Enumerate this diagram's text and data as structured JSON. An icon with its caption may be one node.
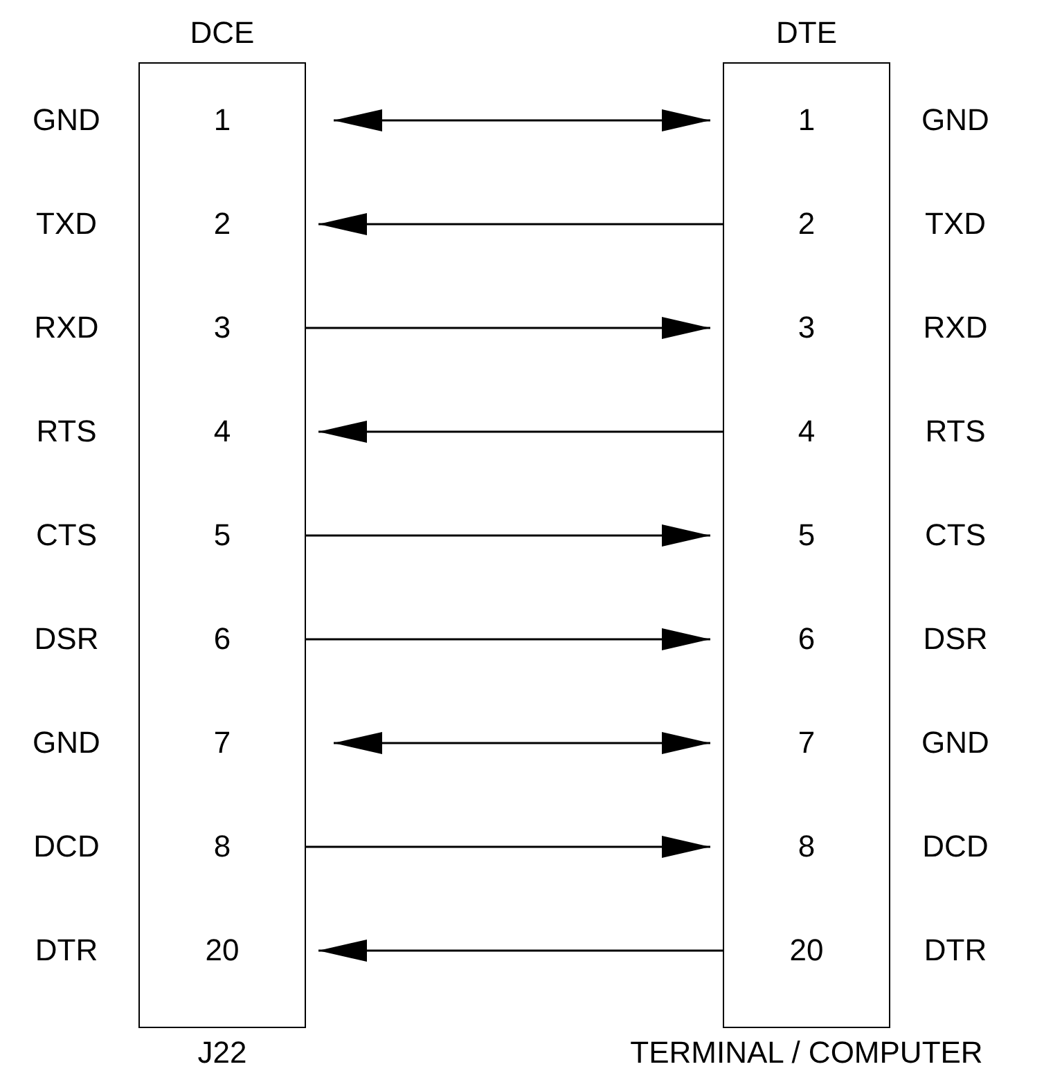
{
  "diagram": {
    "nodes": [
      {
        "text": [
          "DCE"
        ],
        "beside": [
          "J22"
        ]
      },
      {
        "text": [
          "1"
        ],
        "in": 0
      },
      {
        "text": [
          "2"
        ],
        "in": 0
      },
      {
        "text": [
          "3"
        ],
        "in": 0
      },
      {
        "text": [
          "4"
        ],
        "in": 0
      },
      {
        "text": [
          "5"
        ],
        "in": 0
      },
      {
        "text": [
          "6"
        ],
        "in": 0
      },
      {
        "text": [
          "7"
        ],
        "in": 0
      },
      {
        "text": [
          "8"
        ],
        "in": 0
      },
      {
        "text": [
          "20"
        ],
        "in": 0
      },
      {
        "text": [
          "DTE"
        ],
        "beside": [
          "TERMINAL / COMPUTER"
        ]
      },
      {
        "text": [
          "1"
        ],
        "in": 10
      },
      {
        "text": [
          "2"
        ],
        "in": 10
      },
      {
        "text": [
          "3"
        ],
        "in": 10
      },
      {
        "text": [
          "4"
        ],
        "in": 10
      },
      {
        "text": [
          "5"
        ],
        "in": 10
      },
      {
        "text": [
          "6"
        ],
        "in": 10
      },
      {
        "text": [
          "7"
        ],
        "in": 10
      },
      {
        "text": [
          "8"
        ],
        "in": 10
      },
      {
        "text": [
          "20"
        ],
        "in": 10
      }
    ],
    "edges": [
      {
        "from": 1,
        "to": 11,
        "arrow": "both"
      },
      {
        "from": 12,
        "to": 2,
        "arrow": "to"
      },
      {
        "from": 3,
        "to": 13,
        "arrow": "to"
      },
      {
        "from": 14,
        "to": 4,
        "arrow": "to"
      },
      {
        "from": 5,
        "to": 15,
        "arrow": "to"
      },
      {
        "from": 6,
        "to": 16,
        "arrow": "to"
      },
      {
        "from": 7,
        "to": 17,
        "arrow": "both"
      },
      {
        "from": 8,
        "to": 18,
        "arrow": "to"
      },
      {
        "from": 19,
        "to": 9,
        "arrow": "to"
      }
    ],
    "labels": [
      "GND",
      "GND",
      "TXD",
      "TXD",
      "RXD",
      "RXD",
      "RTS",
      "RTS",
      "CTS",
      "CTS",
      "DSR",
      "DSR",
      "GND",
      "GND",
      "DCD",
      "DCD",
      "DTR",
      "DTR"
    ]
  }
}
